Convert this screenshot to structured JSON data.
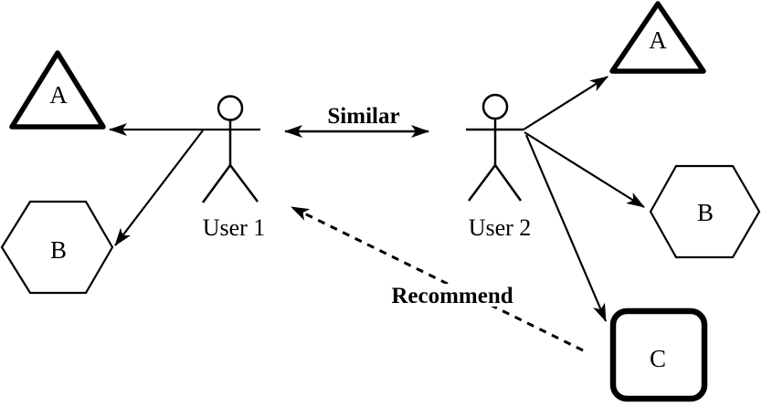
{
  "diagram": {
    "background": "#ffffff",
    "stroke_color": "#000000",
    "users": [
      {
        "label": "User 1"
      },
      {
        "label": "User 2"
      }
    ],
    "relations": {
      "similar": "Similar",
      "recommend": "Recommend"
    },
    "items": {
      "left_triangle": "A",
      "left_hexagon": "B",
      "right_triangle": "A",
      "right_hexagon": "B",
      "bottom_square": "C"
    }
  }
}
